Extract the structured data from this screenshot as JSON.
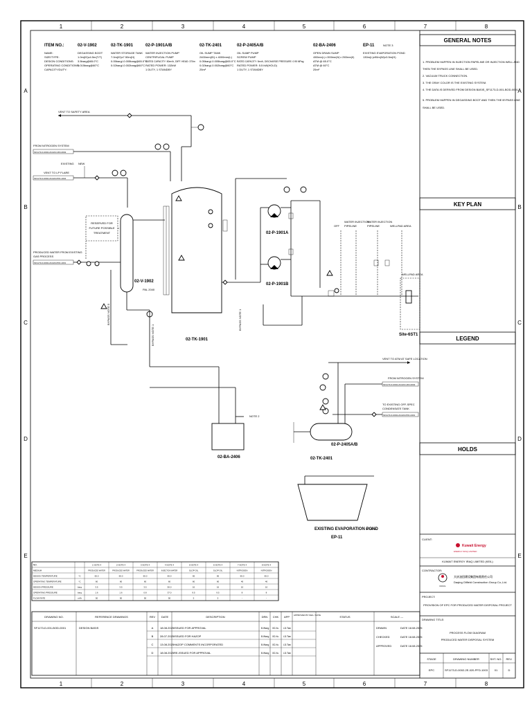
{
  "border": {
    "cols": [
      "1",
      "2",
      "3",
      "4",
      "5",
      "6",
      "7",
      "8"
    ],
    "rows": [
      "A",
      "B",
      "C",
      "D",
      "E"
    ]
  },
  "equipment_header": {
    "item_label": "ITEM NO.:",
    "row_labels": [
      "NAME:",
      "SIZE/TYPE:",
      "DESIGN CONDITIONS:",
      "OPERATING CONDITIONS:",
      "CAPACITY/DUTY:"
    ],
    "items": [
      {
        "tag": "02-V-1902",
        "lines": [
          "DEGASSING BOOT",
          "1.0m(ID)x4.5m(T/T)",
          "3.5barg@65.0°C",
          "0.015barg@60°C"
        ]
      },
      {
        "tag": "02-TK-1901",
        "lines": [
          "WATER STORAGE TANK",
          "7.0m(ID)x7.50m(H)",
          "0.05barg/-0.005barg@65.0°C",
          "0.02barg/-0.002barg@60°C"
        ]
      },
      {
        "tag": "02-P-1901A/B",
        "lines": [
          "WATER INJECTION PUMP",
          "CENTRIFUGAL PUMP",
          "RATED CAPACITY: 50m³/h, DIFF. HEAD: 370m",
          "RATED POWER: 132kW",
          "1 DUTY, 1 STANDBY"
        ]
      },
      {
        "tag": "02-TK-2401",
        "lines": [
          "OIL SUMP TANK",
          "2400mm(ID) x 4000mm(L)",
          "0.05barg/-0.005barg@65.0°C",
          "0.02barg/-0.002barg@60°C",
          "25m³"
        ]
      },
      {
        "tag": "02-P-2405A/B",
        "lines": [
          "OIL SUMP PUMP",
          "SCREW PUMP",
          "RATED CAPACITY: 5m³/h, DISCHARGE PRESSURE: 0.95 MPag",
          "RATED POWER: 5.5 kW(HOLD)",
          "1 DUTY, 1 STANDBY"
        ]
      },
      {
        "tag": "02-BA-2406",
        "lines": [
          "OPEN DRAIN SUMP",
          "4000mm(L) x 3000mm(W) x 2000mm(H)",
          "ATM @ 65.0°C",
          "ATM @ 60°C",
          "25m³"
        ]
      },
      {
        "tag": "EP-11",
        "lines": [
          "EXISTING EVAPORATION POND",
          "130m(L)x90m(W)x3.5m(H)"
        ]
      }
    ],
    "note3": "NOTE 3"
  },
  "general_notes": {
    "title": "GENERAL NOTES",
    "notes": [
      "1. PROBLEM HAPPEN IN INJECTION PAPELINE OR INJECTION WELL AND",
      "    THEN THE BYPASS LINE SHALL BE USED.",
      "2. VACUUM TRUCK CONNECTION.",
      "3. THE GRAY COLOR IS THE EXISTING SYSTEM.",
      "4. THE DATA IS DERIVED FROM DESIGN BASIS_SF1173-D-001-BOD-0001.",
      "5. PROBLEM HAPPEN IN DEGASSING BOOT AND THEN THE BYPASS LINE",
      "    SHALL BE USED."
    ]
  },
  "key_plan": {
    "title": "KEY PLAN"
  },
  "legend": {
    "title": "LEGEND"
  },
  "holds": {
    "title": "HOLDS"
  },
  "client": {
    "label": "CLIENT:",
    "logo_name": "Kuwait Energy",
    "logo_sub": "ENERGY IRAQ LIMITED",
    "name": "KUWAIT ENERGY IRAQ LIMITED (KEIL)"
  },
  "contractor": {
    "label": "CONTRACTOR:",
    "name_cn": "大庆油田建设集团有限责任公司",
    "name_en": "Daqing Oilfield Construction Group Co.,Ltd.",
    "logo_text": "DOCG"
  },
  "project": {
    "label": "PROJECT:",
    "name": "PROVISION OF EPC FOR PRODUCED WATER DISPOSAL PROJECT"
  },
  "drawing_title": {
    "label": "DRAWING TITLE:",
    "line1": "PROCESS FLOW DIAGRAM",
    "line2": "PRODUCED WATER DISPOSAL SYSTEM"
  },
  "stage_row": {
    "stage_label": "STAGE",
    "drawing_no_label": "DRAWING NUMBER",
    "sht_label": "SHT. NO.",
    "rev_label": "REV.",
    "stage": "EPC",
    "drawing_no": "SF1173-D-0002-2E-020-PFD-1003",
    "sht": "01",
    "rev": "D"
  },
  "approvals": [
    {
      "label": "DRAWN",
      "date": "DATE 18.08.2025"
    },
    {
      "label": "CHECKED",
      "date": "DATE 18.08.2025"
    },
    {
      "label": "APPROVED",
      "date": "DATE 18.08.2025"
    }
  ],
  "scale_label": "SCALE ---",
  "ref_table": {
    "headers": [
      "DRAWING NO.",
      "REFERENCE DRAWINGS"
    ],
    "rows": [
      [
        "SF1173-D-001-BOD-0001",
        "DESIGN BASIS"
      ]
    ]
  },
  "rev_table": {
    "headers": [
      "REV",
      "DATE",
      "DESCRIPTION",
      "DRN",
      "CHK",
      "APP",
      "APPROVED BY KEIL / DATE",
      "STATUS"
    ],
    "rows": [
      [
        "A",
        "18.08.2025",
        "ISSUED FOR APPROVAL",
        "B.Wang",
        "XD.Xu",
        "LD.Tian"
      ],
      [
        "B",
        "28.07.2025",
        "ISSUED FOR HAZOP",
        "B.Wang",
        "XD.Xu",
        "LD.Tian"
      ],
      [
        "C",
        "13.08.2025",
        "HAZOP COMMENTS INCORPORATED",
        "B.Wang",
        "XD.Xu",
        "LD.Tian"
      ],
      [
        "D",
        "18.08.2025",
        "RE-ISSUED FOR APPROVAL",
        "B.Wang",
        "XD.Xu",
        "LD.Tian"
      ]
    ]
  },
  "stream_table": {
    "col_headers": [
      "NO.",
      "1 NOTE 4",
      "2 NOTE 4",
      "3 NOTE 4",
      "4 NOTE 4",
      "5 NOTE 4",
      "6 NOTE 4",
      "7 NOTE 4",
      "8 NOTE 4"
    ],
    "rows": [
      {
        "label": "MEDIUM",
        "unit": "",
        "values": [
          "PRODUCED WATER",
          "PRODUCED WATER",
          "PRODUCED WATER",
          "INJECTION WATER",
          "SLOP OIL",
          "SLOP OIL",
          "NITROGEN",
          "NITROGEN"
        ]
      },
      {
        "label": "DESIGN TEMPERATURE",
        "unit": "°C",
        "values": [
          "65.0",
          "65.0",
          "65.0",
          "65.0",
          "65",
          "65",
          "65.0",
          "65.0"
        ]
      },
      {
        "label": "OPERATING TEMPERATURE",
        "unit": "°C",
        "values": [
          "60",
          "60",
          "60",
          "60",
          "60",
          "60",
          "40",
          "40"
        ]
      },
      {
        "label": "DESIGN PRESSURE",
        "unit": "barg",
        "values": [
          "3.5",
          "3.5",
          "3.5",
          "50.0",
          "16",
          "16",
          "10",
          "10"
        ]
      },
      {
        "label": "OPERATING PRESSURE",
        "unit": "barg",
        "values": [
          "1.6",
          "1.6",
          "0.8",
          "37.0",
          "9.5",
          "9.5",
          "8",
          "8"
        ]
      },
      {
        "label": "FLOW RATE",
        "unit": "m³/h",
        "values": [
          "50",
          "50",
          "50",
          "50",
          "5",
          "5",
          "-",
          "-"
        ]
      }
    ]
  },
  "pfd": {
    "vent_safety": "VENT TO SAFETY AREA",
    "from_n2": "FROM NITROGEN SYSTEM",
    "n2_line": "SF1173-D-0002-20-020-UFD-0002",
    "existing": "EXISTING",
    "new": "NEW",
    "vent_lp": "VENT TO LP FLARE",
    "lp_line": "SF1173-D-0002-20-020-PFD-1004",
    "produced_water": "PRODUCED WATER FROM EXISTING",
    "gas_process": "GAS PROCESS",
    "pw_line": "SF1173-D-0002-20-020-PFD-1001",
    "reserved": "RESERVED FOR\nFUTURE POSSIBLE\nTREATMENT",
    "reserved_lines": [
      "RESERVED FOR",
      "FUTURE POSSIBLE",
      "TREATMENT"
    ],
    "v1902": "02-V-1902",
    "pal": "PAL 2040",
    "tk1901": "02-TK-1901",
    "p1901a": "02-P-1901A",
    "p1901b": "02-P-1901B",
    "bypass_note1": "BYPASS NOTE 1",
    "bypass_note5": "BYPASS NOTE 5",
    "bypass_note1b": "BYPASS NOTE 1",
    "off": "OFF",
    "wi_pipeline": "WATER INJECTION\nPIPELINE",
    "wi_pipeline_lines": [
      "WATER INJECTION",
      "PIPELINE"
    ],
    "wi_pipeline2_lines": [
      "WATER INJECTION",
      "PIPELINE"
    ],
    "wellpad_area": "WELLPAD AREA",
    "wellpad_area2": "WELLPAD AREA",
    "site": "Site-6ST1",
    "vent_atm": "VENT TO ATM AT SAFE LOCATION",
    "from_n2_2": "FROM NITROGEN SYSTEM",
    "n2_line2": "SF1173-D-0002-20-020-UFD-0002",
    "to_condensate": "TO EXISTING OFF-SPEC",
    "condensate_tank": "CONDENSATE TANK",
    "cond_line": "SF1173-D-0002-20-020-PFD-2401",
    "note2": "NOTE 2",
    "ba2406": "02-BA-2406",
    "p2405": "02-P-2405A/B",
    "tk2401": "02-TK-2401",
    "ep_label": "EXISTING EVAPORATION POND",
    "ep_note": "NOTE 3",
    "ep11": "EP-11"
  },
  "colors": {
    "ink": "#000000",
    "paper": "#ffffff",
    "client_red": "#c8102e"
  }
}
